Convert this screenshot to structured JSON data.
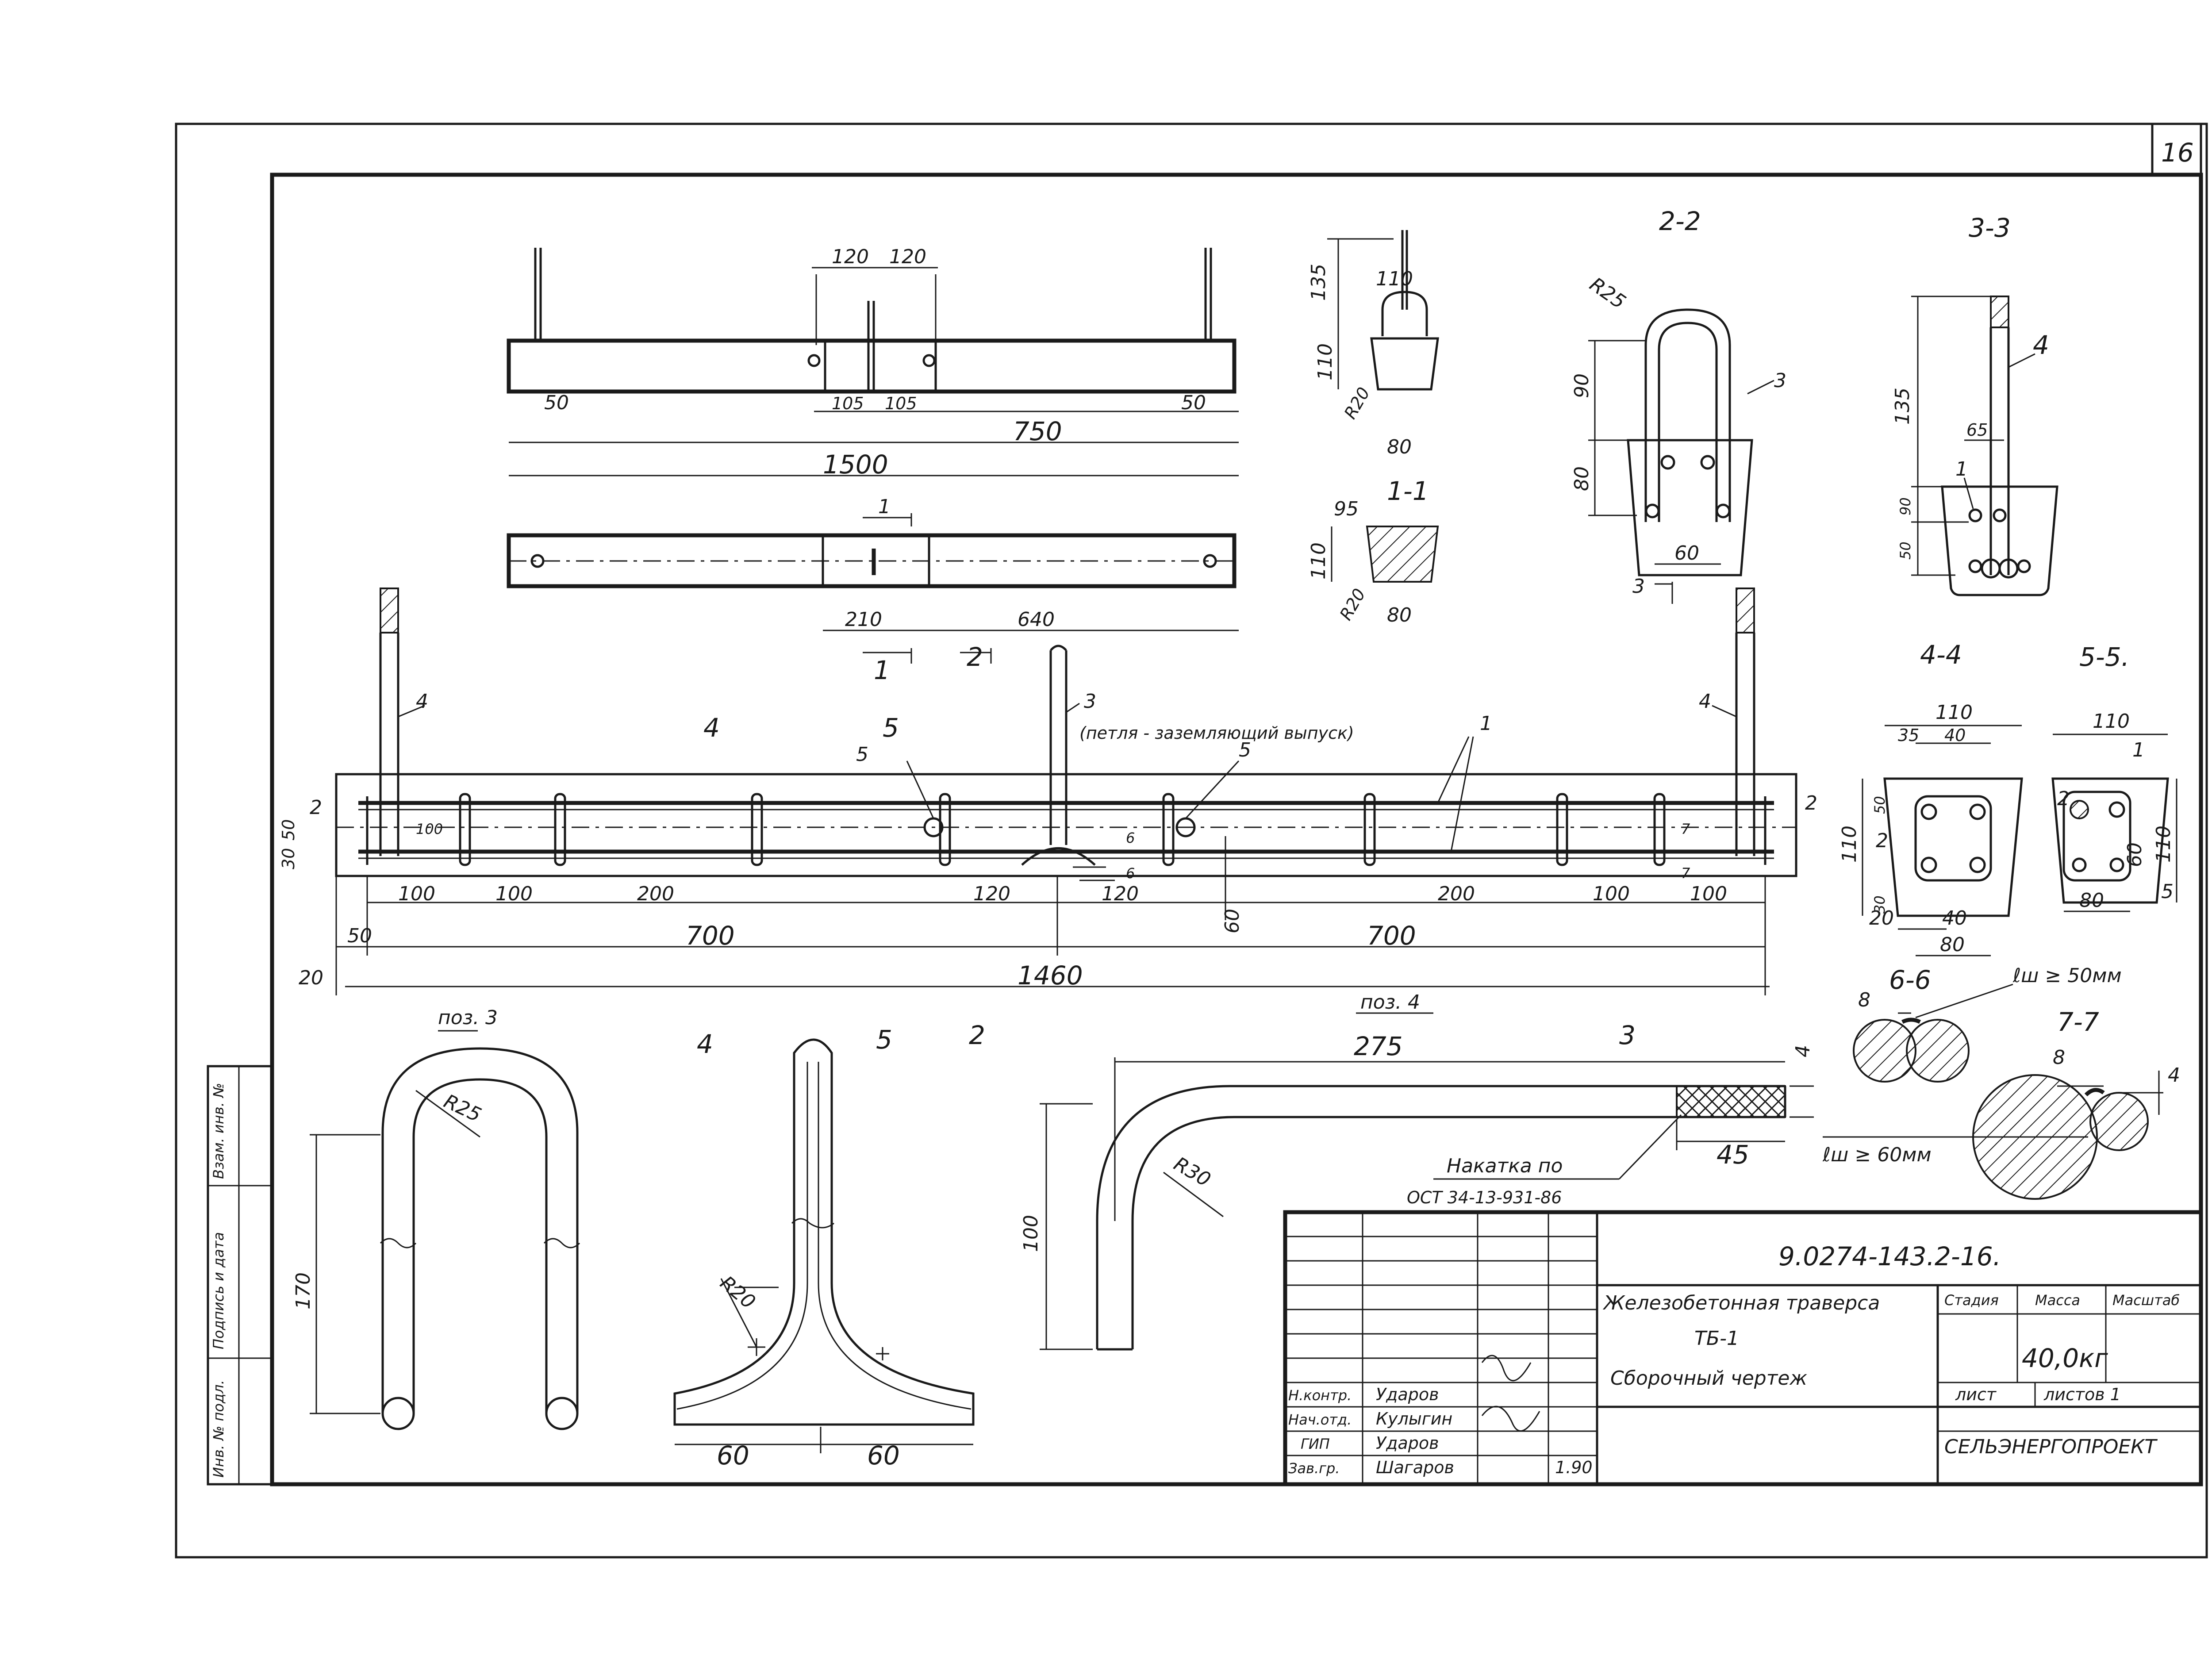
{
  "sheet": {
    "number": "16",
    "doc_code": "9.0274-143.2-16.",
    "title_line1": "Железобетонная траверса",
    "title_line2": "ТБ-1",
    "subtitle": "Сборочный чертеж",
    "stage_label": "Стадия",
    "mass_label": "Масса",
    "scale_label": "Масштаб",
    "mass_value": "40,0кг",
    "sheet_label": "лист",
    "sheets_label": "листов 1",
    "organization": "СЕЛЬЭНЕРГОПРОЕКТ",
    "signatures": [
      {
        "role": "Н.контр.",
        "name": "Ударов",
        "date": ""
      },
      {
        "role": "Нач.отд.",
        "name": "Кулыгин",
        "date": ""
      },
      {
        "role": "ГИП",
        "name": "Ударов",
        "date": ""
      },
      {
        "role": "Зав.гр.",
        "name": "Шагаров",
        "date": "1.90"
      }
    ],
    "side_stamp": [
      "Инв. № подл.",
      "Подпись и дата",
      "Взам. инв. №"
    ]
  },
  "top_view": {
    "dims": [
      "120",
      "120",
      "50",
      "105",
      "105",
      "50",
      "750",
      "1500",
      "210",
      "640"
    ],
    "section_marks": [
      "1",
      "1",
      "2"
    ]
  },
  "end_view": {
    "dims": [
      "135",
      "110",
      "110",
      "R20",
      "80"
    ]
  },
  "section_1_1": {
    "label": "1-1",
    "dims": [
      "95",
      "110",
      "R20",
      "80"
    ]
  },
  "section_2_2": {
    "label": "2-2",
    "dims": [
      "R25",
      "90",
      "80",
      "60",
      "3",
      "3"
    ]
  },
  "section_3_3": {
    "label": "3-3",
    "dims": [
      "4",
      "135",
      "65",
      "1",
      "90",
      "50"
    ]
  },
  "main_view": {
    "callouts": [
      "4",
      "3",
      "(петля - заземляющий выпуск)",
      "5",
      "5",
      "1",
      "4"
    ],
    "section_marks": [
      "4",
      "5",
      "4",
      "5",
      "2",
      "3"
    ],
    "left_dims": [
      "2",
      "30",
      "50",
      "100"
    ],
    "right_dims": [
      "2",
      "6",
      "6",
      "7",
      "7"
    ],
    "bottom_dims": [
      "100",
      "100",
      "200",
      "120",
      "120",
      "200",
      "100",
      "100",
      "60",
      "50",
      "700",
      "700",
      "20",
      "1460"
    ]
  },
  "section_4_4": {
    "label": "4-4",
    "dims": [
      "110",
      "35",
      "40",
      "2",
      "110",
      "30",
      "50",
      "20",
      "40",
      "80"
    ]
  },
  "section_5_5": {
    "label": "5-5.",
    "dims": [
      "110",
      "1",
      "2",
      "60",
      "110",
      "80",
      "5"
    ]
  },
  "section_6_6": {
    "label": "6-6",
    "dims": [
      "8",
      "ℓш ≥ 50мм"
    ]
  },
  "section_7_7": {
    "label": "7-7",
    "dims": [
      "8",
      "4",
      "ℓш ≥ 60мм"
    ]
  },
  "pos3": {
    "label": "поз. 3",
    "dims": [
      "R25",
      "170"
    ]
  },
  "pos5": {
    "dims": [
      "R20",
      "60",
      "60"
    ]
  },
  "pos4": {
    "label": "поз. 4",
    "dims": [
      "275",
      "4",
      "R30",
      "100",
      "45"
    ],
    "note_line1": "Накатка по",
    "note_line2": "ОСТ 34-13-931-86"
  }
}
